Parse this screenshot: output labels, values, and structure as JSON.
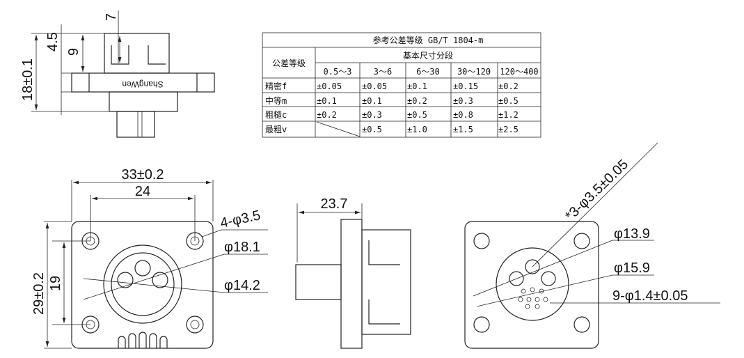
{
  "side_view": {
    "dim_total": "18±0.1",
    "dim_top": "4.5",
    "dim_mid": "9",
    "dim_slot": "7",
    "brand": "ShangWen"
  },
  "table": {
    "title": "参考公差等级 GB/T 1804-m",
    "row_header": "公差等级",
    "group_header": "基本尺寸分段",
    "ranges": [
      "0.5～3",
      "3～6",
      "6～30",
      "30～120",
      "120～400"
    ],
    "rows": [
      {
        "grade": "精密f",
        "values": [
          "±0.05",
          "±0.05",
          "±0.1",
          "±0.15",
          "±0.2"
        ]
      },
      {
        "grade": "中等m",
        "values": [
          "±0.1",
          "±0.1",
          "±0.2",
          "±0.3",
          "±0.5"
        ]
      },
      {
        "grade": "粗糙c",
        "values": [
          "±0.2",
          "±0.3",
          "±0.5",
          "±0.8",
          "±1.2"
        ]
      },
      {
        "grade": "最粗v",
        "values": [
          "",
          "±0.5",
          "±1.0",
          "±1.5",
          "±2.5"
        ]
      }
    ]
  },
  "front_view": {
    "width": "33±0.2",
    "hole_spacing_x": "24",
    "height": "29±0.2",
    "hole_spacing_y": "19",
    "holes": "4-φ3.5",
    "outer_dia": "φ18.1",
    "inner_dia": "φ14.2"
  },
  "profile_view": {
    "length": "23.7"
  },
  "rear_view": {
    "pin_holes": "*3-φ3.5±0.05",
    "dia_a": "φ13.9",
    "dia_b": "φ15.9",
    "small_holes": "9-φ1.4±0.05"
  }
}
